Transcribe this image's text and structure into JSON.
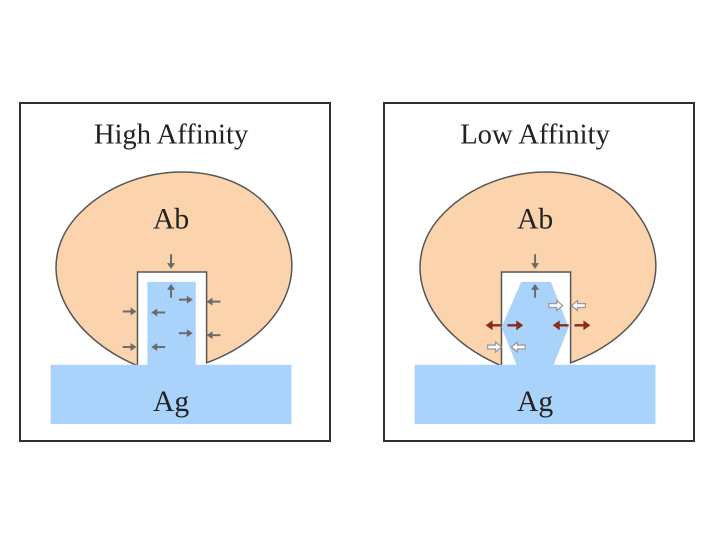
{
  "panels": [
    {
      "id": "high",
      "title": "High Affinity",
      "antibody_label": "Ab",
      "antigen_label": "Ag"
    },
    {
      "id": "low",
      "title": "Low Affinity",
      "antibody_label": "Ab",
      "antigen_label": "Ag"
    }
  ],
  "colors": {
    "antibody": "#fbd3ac",
    "antigen": "#a9d3fb",
    "outline": "#555555",
    "arrow_gray": "#6b6b6b",
    "arrow_red": "#8b2b1e",
    "arrow_hollow": "#9a9a9a"
  }
}
